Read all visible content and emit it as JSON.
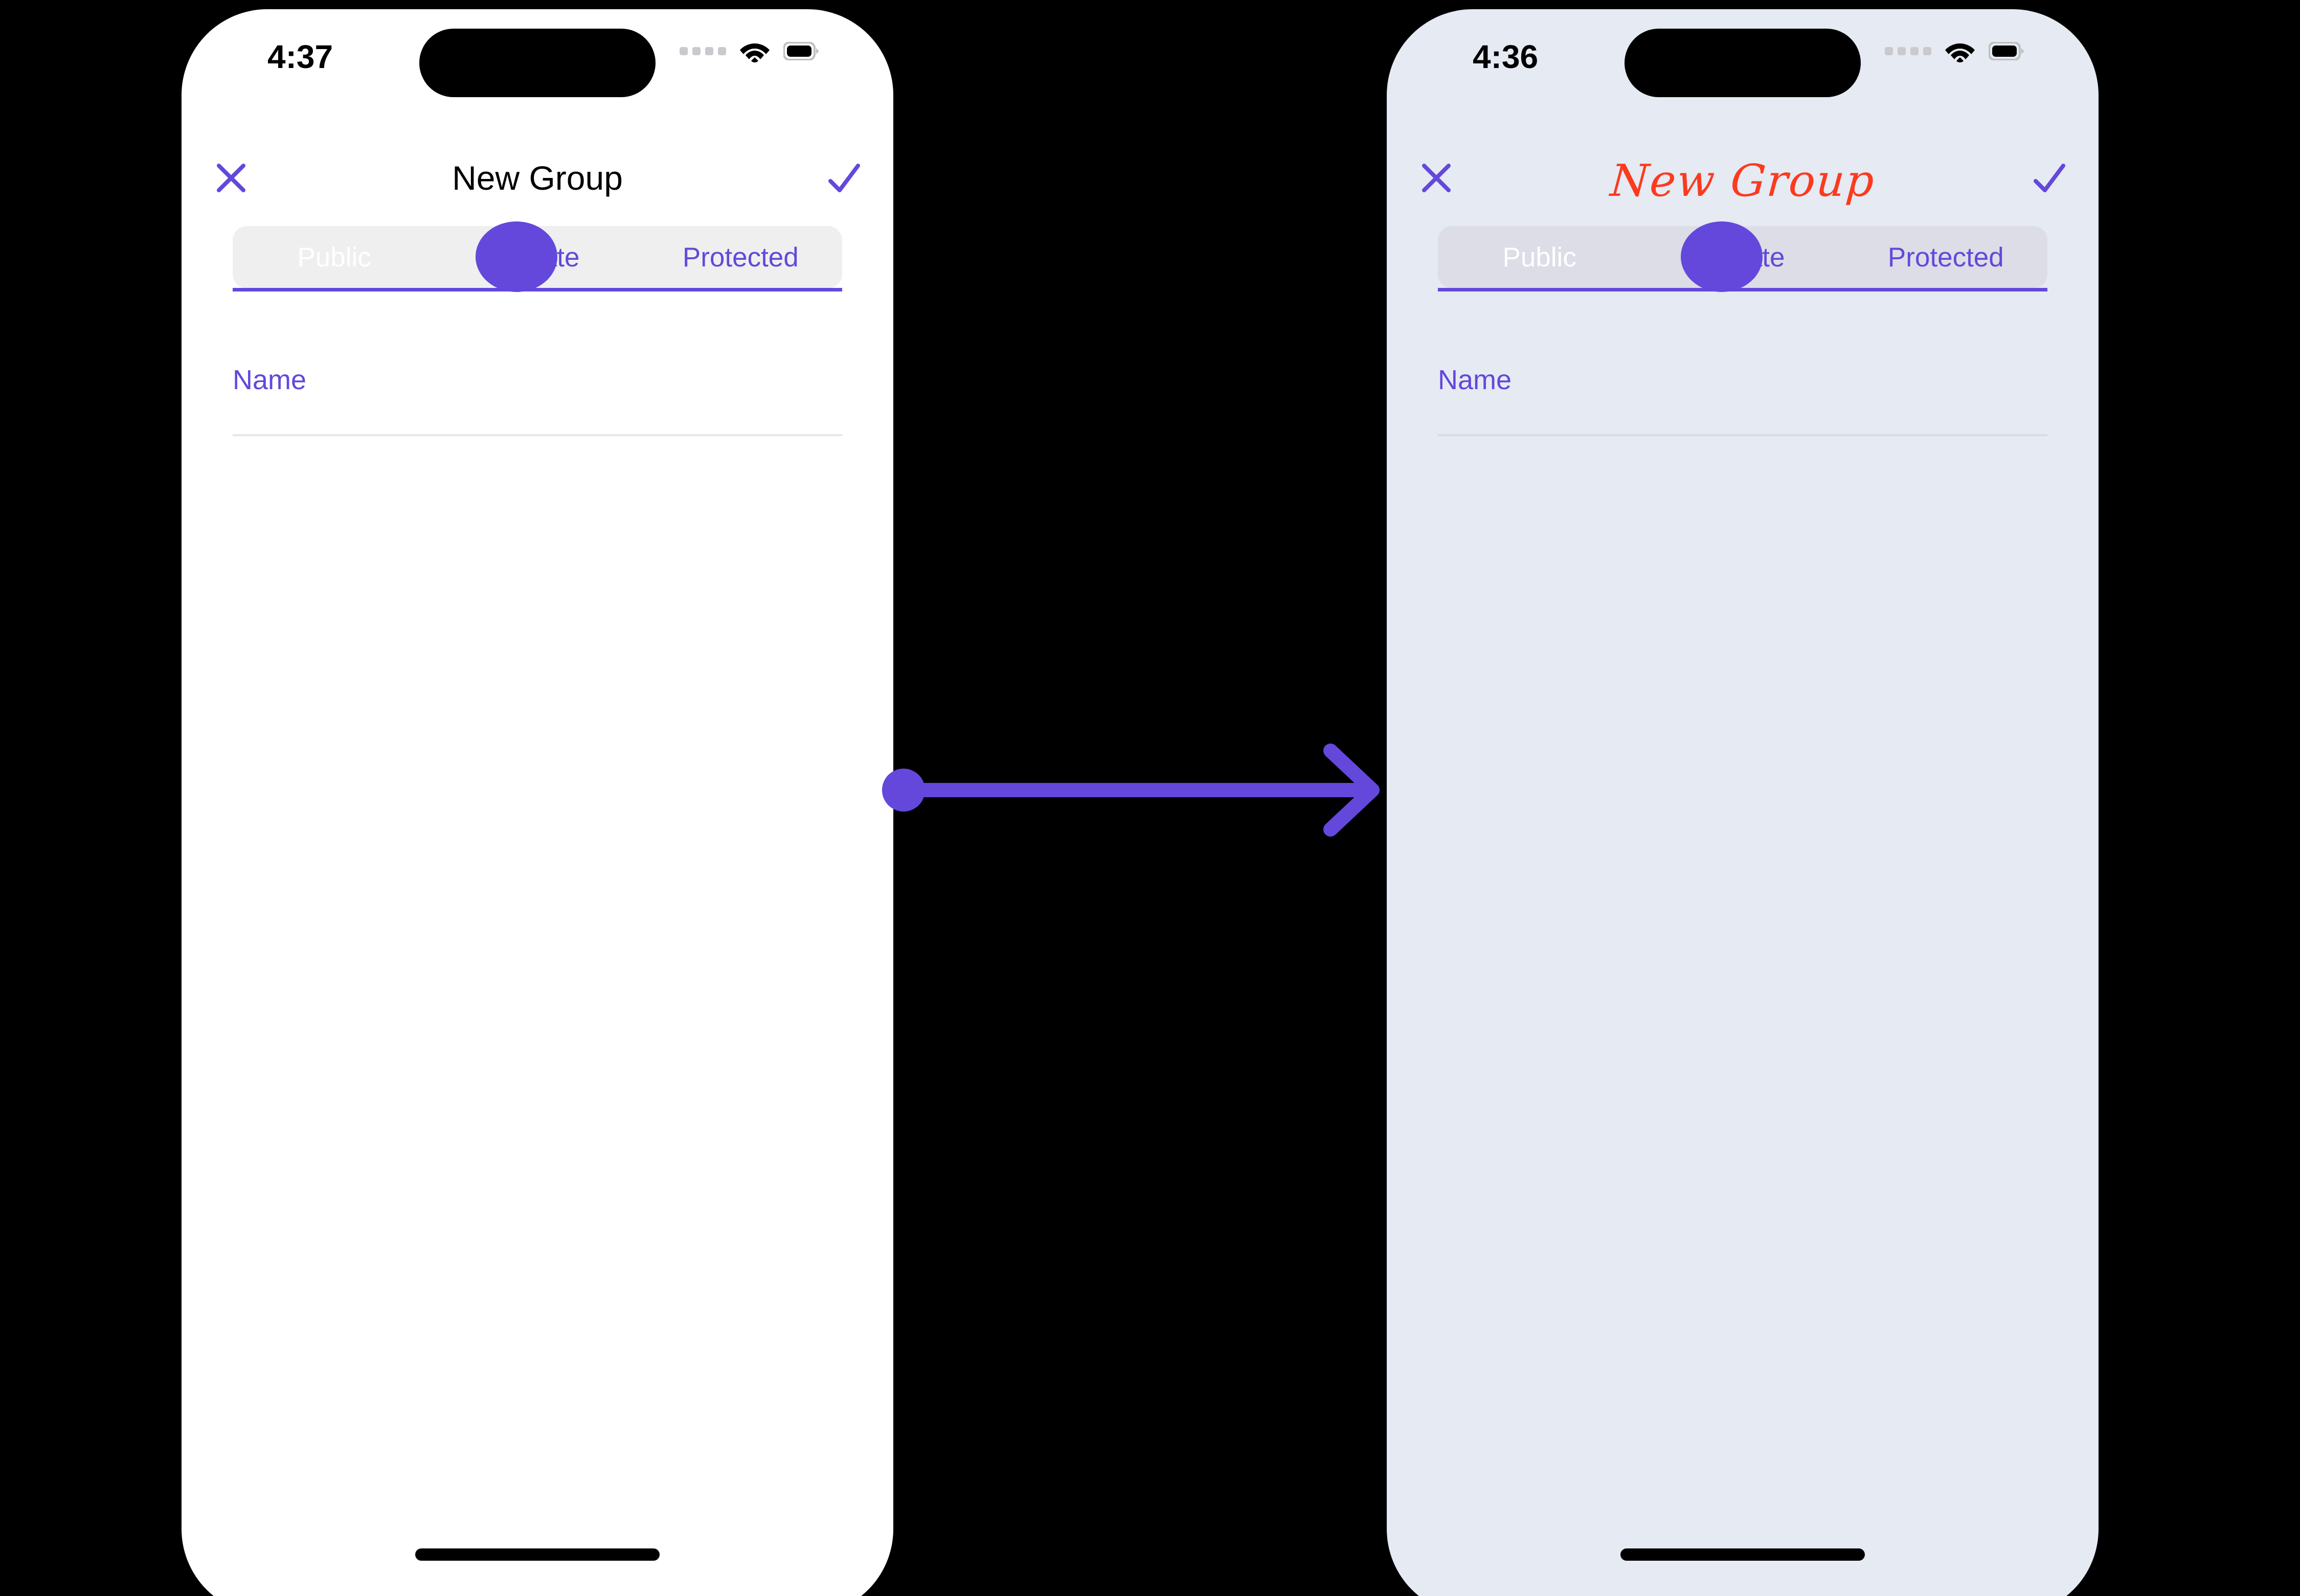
{
  "accent_color": "#6348DB",
  "title_script_color": "#FC3A1E",
  "screens": [
    {
      "id": "before",
      "variant": "default-theme",
      "background_color": "#FFFFFF",
      "status_bar": {
        "time": "4:37",
        "cellular_icon": "cellular-dots-icon",
        "wifi_icon": "wifi-icon",
        "battery_icon": "battery-full-icon"
      },
      "nav": {
        "close_icon": "close-x-icon",
        "title": "New Group",
        "done_icon": "checkmark-icon"
      },
      "tabs": [
        {
          "label": "Public",
          "selected": true
        },
        {
          "label": "Private",
          "selected": false
        },
        {
          "label": "Protected",
          "selected": false
        }
      ],
      "form": {
        "name_field": {
          "label": "Name",
          "placeholder": "Name",
          "value": ""
        }
      }
    },
    {
      "id": "after",
      "variant": "custom-theme",
      "background_color": "#E5EAF3",
      "status_bar": {
        "time": "4:36",
        "cellular_icon": "cellular-dots-icon",
        "wifi_icon": "wifi-icon",
        "battery_icon": "battery-full-icon"
      },
      "nav": {
        "close_icon": "close-x-icon",
        "title": "New Group",
        "done_icon": "checkmark-icon"
      },
      "tabs": [
        {
          "label": "Public",
          "selected": true
        },
        {
          "label": "Private",
          "selected": false
        },
        {
          "label": "Protected",
          "selected": false
        }
      ],
      "form": {
        "name_field": {
          "label": "Name",
          "placeholder": "Name",
          "value": ""
        }
      }
    }
  ],
  "connector": {
    "direction": "left-to-right",
    "color": "#6348DB",
    "label": ""
  }
}
